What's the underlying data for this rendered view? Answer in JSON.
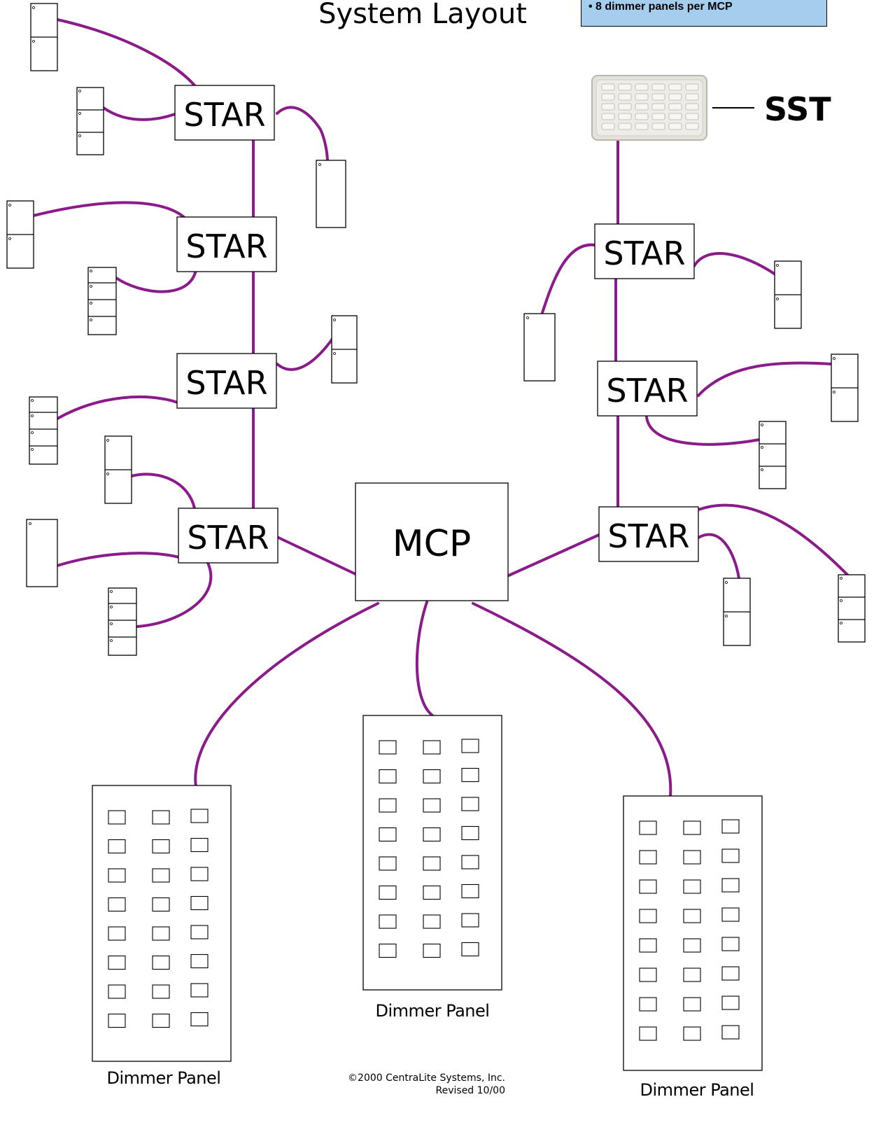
{
  "title": "System Layout",
  "note": "• 8 dimmer panels per MCP",
  "nodes": {
    "star_label": "STAR",
    "mcp_label": "MCP",
    "sst_label": "SST",
    "dimmer_panel_label": "Dimmer Panel"
  },
  "footer": {
    "copyright": "©2000 CentraLite Systems, Inc.",
    "revised": "Revised 10/00"
  },
  "colors": {
    "wire": "#8b1a8b",
    "note_background": "#a5cdee"
  }
}
